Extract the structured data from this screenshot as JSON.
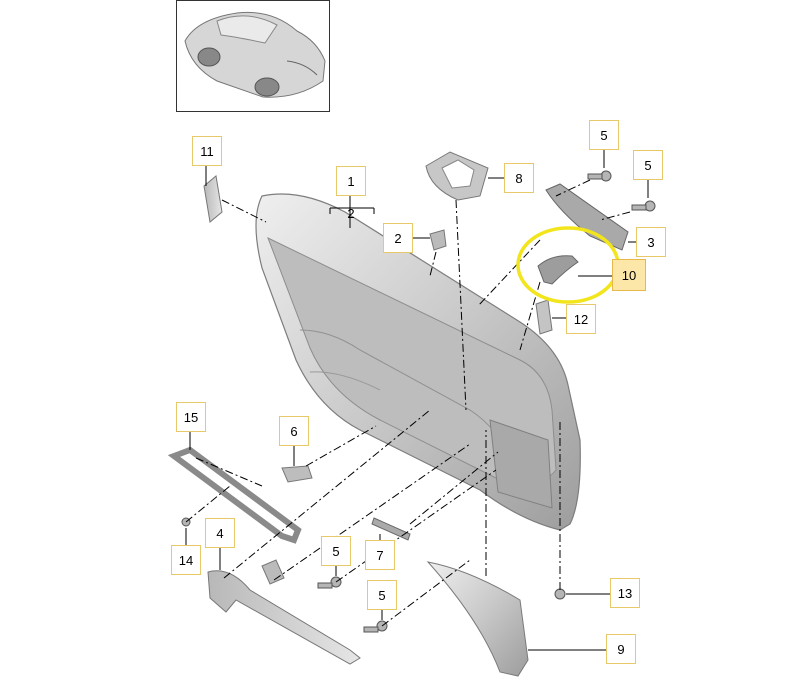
{
  "diagram": {
    "callouts": [
      {
        "id": "c11",
        "label": "11"
      },
      {
        "id": "c1",
        "label": "1"
      },
      {
        "id": "c2a",
        "label": "2"
      },
      {
        "id": "c2b",
        "label": "2"
      },
      {
        "id": "c8",
        "label": "8"
      },
      {
        "id": "c5a",
        "label": "5"
      },
      {
        "id": "c5b",
        "label": "5"
      },
      {
        "id": "c3",
        "label": "3"
      },
      {
        "id": "c10",
        "label": "10"
      },
      {
        "id": "c12",
        "label": "12"
      },
      {
        "id": "c15",
        "label": "15"
      },
      {
        "id": "c6",
        "label": "6"
      },
      {
        "id": "c4",
        "label": "4"
      },
      {
        "id": "c14",
        "label": "14"
      },
      {
        "id": "c5c",
        "label": "5"
      },
      {
        "id": "c7",
        "label": "7"
      },
      {
        "id": "c5d",
        "label": "5"
      },
      {
        "id": "c13",
        "label": "13"
      },
      {
        "id": "c9",
        "label": "9"
      }
    ],
    "highlighted_part": "10",
    "colors": {
      "part_fill": "#cfcfcf",
      "part_dark": "#9a9a9a",
      "callout_border": "#e8c96a",
      "callout_highlight": "#fde7a8",
      "ring": "#f2e51b",
      "line": "#000000"
    }
  }
}
